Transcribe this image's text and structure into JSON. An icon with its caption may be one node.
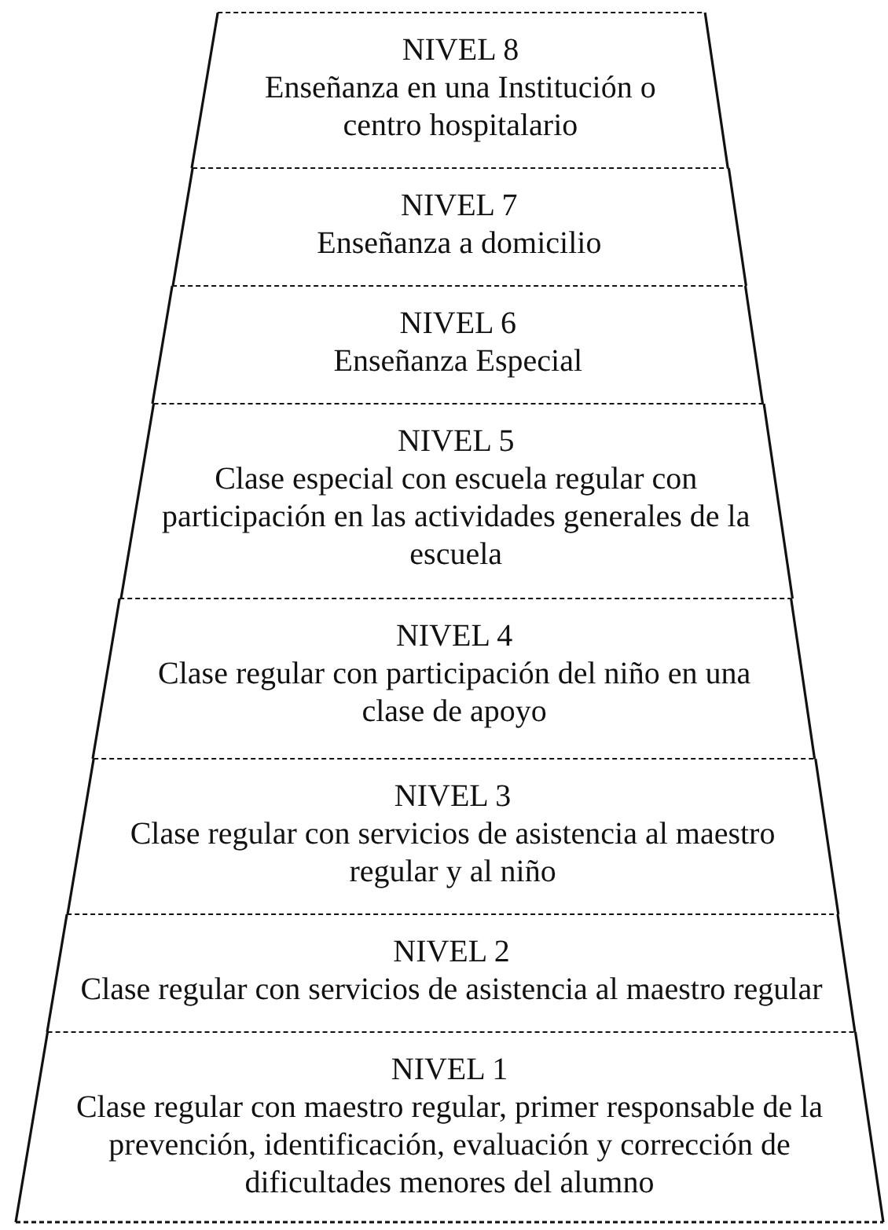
{
  "diagram": {
    "nodes": [
      {
        "text": [
          "NIVEL 8",
          "Enseñanza en una Institución o centro hospitalario"
        ]
      },
      {
        "text": [
          "NIVEL 7",
          "Enseñanza a domicilio"
        ]
      },
      {
        "text": [
          "NIVEL 6",
          "Enseñanza Especial"
        ]
      },
      {
        "text": [
          "NIVEL 5",
          "Clase especial con escuela regular con participación en las actividades generales de la escuela"
        ]
      },
      {
        "text": [
          "NIVEL 4",
          "Clase regular con participación del niño en una clase de apoyo"
        ]
      },
      {
        "text": [
          "NIVEL 3",
          "Clase regular con servicios de asistencia al maestro regular y al niño"
        ]
      },
      {
        "text": [
          "NIVEL 2",
          "Clase regular con servicios de asistencia al maestro regular"
        ]
      },
      {
        "text": [
          "NIVEL 1",
          "Clase regular con maestro regular, primer responsable de la prevención, identificación, evaluación y corrección de dificultades menores del alumno"
        ]
      }
    ]
  }
}
